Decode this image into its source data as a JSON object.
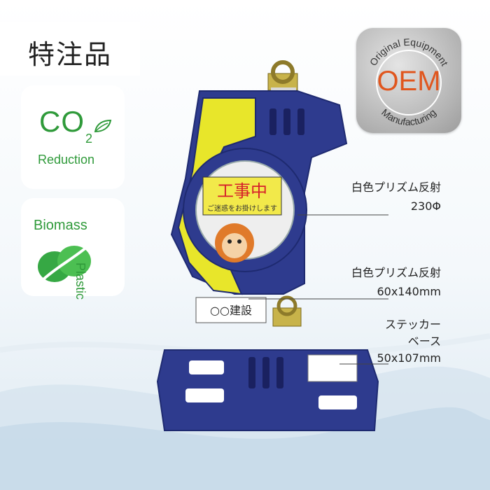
{
  "title": "特注品",
  "co2_badge": {
    "main": "CO",
    "sub": "2",
    "label": "Reduction",
    "color": "#2f9a3a"
  },
  "biomass_badge": {
    "main": "Biomass",
    "side": "Plastic",
    "color": "#2f9a3a"
  },
  "oem_badge": {
    "top_text": "Original Equipment",
    "center": "OEM",
    "bottom_text": "Manufacturing",
    "accent": "#e0561e"
  },
  "product": {
    "sign_line1": "工事中",
    "sign_line2": "ご迷惑をお掛けします",
    "name_plate": "○○建設",
    "body_color": "#2e3b8e",
    "panel_color": "#e8e62a"
  },
  "annotations": [
    {
      "line1": "白色プリズム反射",
      "line2": "230Φ"
    },
    {
      "line1": "白色プリズム反射",
      "line2": "60x140mm"
    },
    {
      "line1": "ステッカー",
      "line2": "ベース",
      "line3": "50x107mm"
    }
  ]
}
